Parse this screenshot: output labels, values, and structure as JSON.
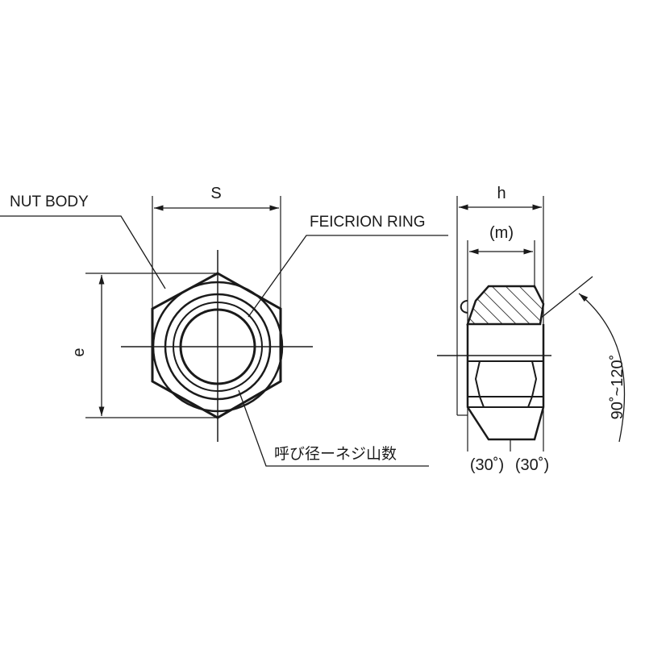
{
  "labels": {
    "nut_body": "NUT BODY",
    "feicrion_ring": "FEICRION RING",
    "dim_s": "S",
    "dim_e": "e",
    "dim_h": "h",
    "dim_m": "(m)",
    "thread_note": "呼び径ーネジ山数",
    "chamfer_left": "(30˚)",
    "chamfer_right": "(30˚)",
    "angle_range": "90˚~120˚"
  }
}
